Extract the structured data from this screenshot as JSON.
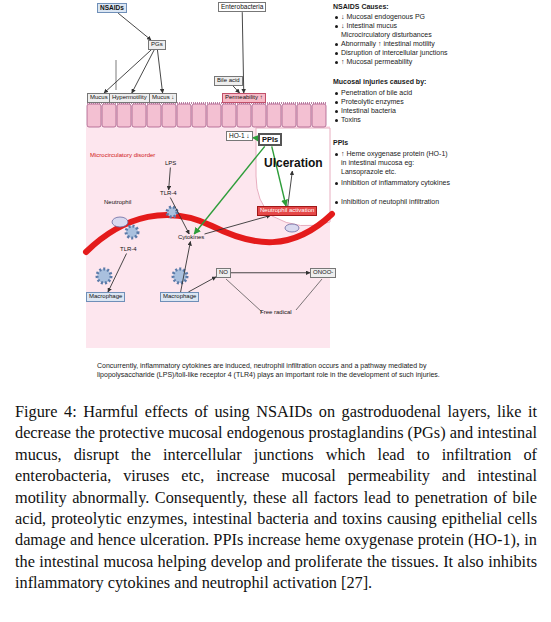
{
  "diagram": {
    "caption": "Figure 4: Harmful effects of using NSAIDs on gastroduodenal layers, like it decrease the protective mucosal endogenous prostaglandins (PGs) and intestinal mucus, disrupt the intercellular junctions which lead to infiltration of enterobacteria, viruses etc, increase mucosal permeability and intestinal motility abnormally. Consequently, these all factors lead to penetration of bile acid, proteolytic enzymes, intestinal bacteria and toxins causing epithelial cells damage and hence ulceration. PPIs increase heme oxygenase protein (HO-1), in the intestinal mucosa helping develop and proliferate the tissues. It also inhibits inflammatory cytokines and neutrophil activation [27].",
    "nodes": [
      {
        "text": [
          "NSAIDs"
        ]
      },
      {
        "text": [
          "Enterobacteria"
        ]
      },
      {
        "text": [
          "PGs"
        ]
      },
      {
        "text": [
          "Bile acid"
        ]
      },
      {
        "text": [
          "Mucus"
        ]
      },
      {
        "text": [
          "Hypermotility"
        ]
      },
      {
        "text": [
          "Mucus ↓"
        ]
      },
      {
        "text": [
          "Permeability ↑"
        ]
      },
      {
        "text": [
          "HO-1 ↓"
        ]
      },
      {
        "text": [
          "PPIs"
        ]
      },
      {
        "text": [
          "Ulceration"
        ]
      },
      {
        "text": [
          "Microcirculatory disorder"
        ]
      },
      {
        "text": [
          "LPS"
        ]
      },
      {
        "text": [
          "TLR-4"
        ]
      },
      {
        "text": [
          "Neutrophil"
        ]
      },
      {
        "text": [
          "Neutrophil activation"
        ]
      },
      {
        "text": [
          "Cytokines"
        ]
      },
      {
        "text": [
          "TLR-4"
        ]
      },
      {
        "text": [
          "NO"
        ]
      },
      {
        "text": [
          "ONOO-"
        ]
      },
      {
        "text": [
          "Macrophage"
        ]
      },
      {
        "text": [
          "Macrophage"
        ]
      },
      {
        "text": [
          "Free radical"
        ]
      }
    ],
    "edges": [
      {
        "from": 0,
        "to": 2,
        "arrow": "to"
      },
      {
        "from": 2,
        "to": 4,
        "arrow": "to"
      },
      {
        "from": 2,
        "to": 5,
        "arrow": "to"
      },
      {
        "from": 2,
        "to": 6,
        "arrow": "to"
      },
      {
        "from": 1,
        "to": 7,
        "arrow": "to"
      },
      {
        "from": 3,
        "to": 7,
        "arrow": "to"
      },
      {
        "from": 9,
        "to": 8,
        "arrow": "to"
      },
      {
        "from": 9,
        "to": 15,
        "arrow": "to"
      },
      {
        "from": 9,
        "to": 16,
        "arrow": "to"
      },
      {
        "from": 12,
        "to": 13,
        "arrow": "to"
      },
      {
        "from": 13,
        "to": 16,
        "arrow": "to"
      },
      {
        "from": 16,
        "to": 15,
        "arrow": "to"
      },
      {
        "from": 21,
        "to": 18,
        "arrow": "to"
      },
      {
        "from": 18,
        "to": 19,
        "arrow": "to"
      },
      {
        "from": 17,
        "to": 20,
        "arrow": "to"
      },
      {
        "from": 21,
        "to": 16,
        "arrow": "to"
      },
      {
        "from": 15,
        "to": 10,
        "arrow": "to"
      }
    ],
    "labels": [
      "NSAIDS Causes:",
      "↓ Mucosal endogenous PG",
      "↓ Intestinal mucus",
      "Microcirculatory disturbances",
      "Abnormally ↑ intestinal motility",
      "Disruption of intercellular junctions",
      "↑ Mucosal permeability",
      "Mucosal injuries caused by:",
      "Penetration of bile acid",
      "Proteolytic enzymes",
      "Intestinal bacteria",
      "Toxins",
      "PPIs",
      "↑ Heme oxygenase protein (HO-1) in intestinal mucosa eg: Lansoprazole etc.",
      "Inhibition of inflammatory cytokines",
      "Inhibition of neutophil infiltration",
      "Concurrently, inflammatory cytokines are induced, neutrophil infiltration occurs and a pathway mediated by lipopolysaccharide (LPS)/toll-like receptor 4 (TLR4) plays an important role in the development of such injuries."
    ]
  }
}
